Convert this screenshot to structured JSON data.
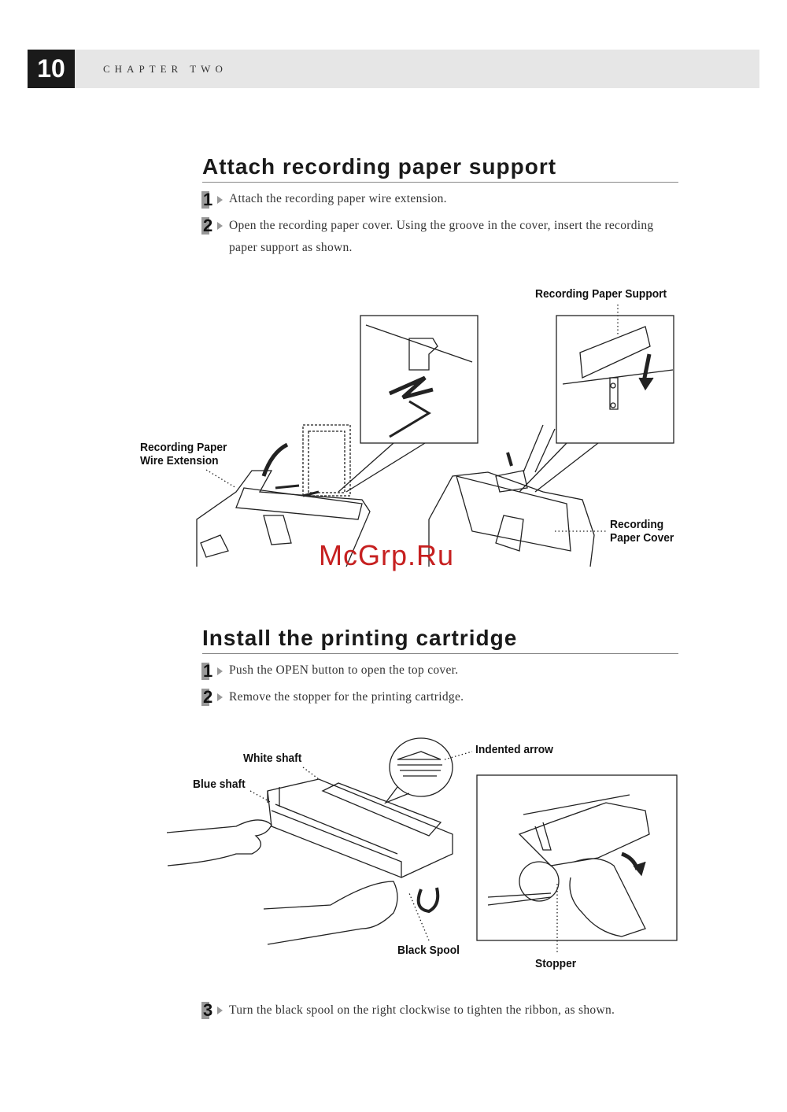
{
  "header": {
    "page_number": "10",
    "chapter": "CHAPTER TWO"
  },
  "section1": {
    "title": "Attach recording paper support",
    "steps": [
      {
        "num": "1",
        "text": "Attach the recording paper wire extension."
      },
      {
        "num": "2",
        "text": "Open the recording paper cover.  Using the groove in the cover, insert the recording paper support as shown."
      }
    ],
    "labels": {
      "support": "Recording Paper Support",
      "wire_ext": "Recording Paper\nWire Extension",
      "cover": "Recording\nPaper Cover"
    }
  },
  "section2": {
    "title": "Install the printing cartridge",
    "steps": [
      {
        "num": "1",
        "text": "Push the OPEN button to open the top cover."
      },
      {
        "num": "2",
        "text": "Remove the stopper for the printing cartridge."
      },
      {
        "num": "3",
        "text": "Turn the black spool on the right clockwise to tighten the ribbon, as shown."
      }
    ],
    "labels": {
      "white_shaft": "White shaft",
      "blue_shaft": "Blue shaft",
      "indented_arrow": "Indented arrow",
      "black_spool": "Black Spool",
      "stopper": "Stopper"
    }
  },
  "watermark": "McGrp.Ru"
}
